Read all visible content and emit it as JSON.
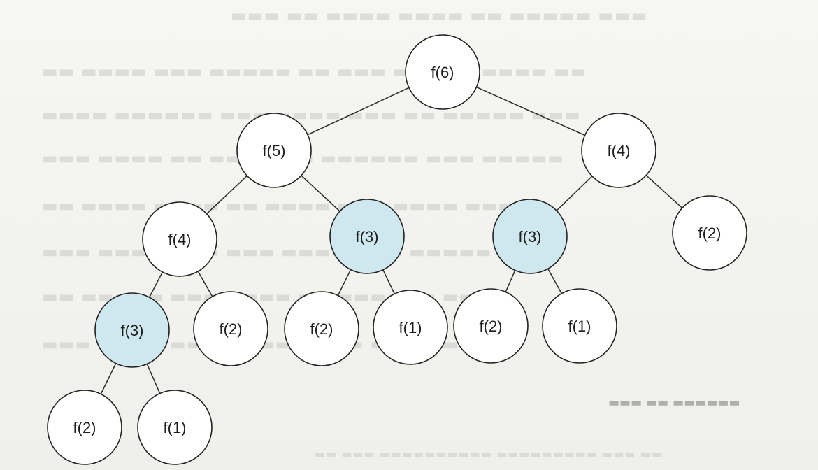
{
  "diagram": {
    "nodes": [
      {
        "id": "n1",
        "label": "f(6)",
        "highlighted": false
      },
      {
        "id": "n2",
        "label": "f(5)",
        "highlighted": false
      },
      {
        "id": "n3",
        "label": "f(4)",
        "highlighted": false
      },
      {
        "id": "n4",
        "label": "f(4)",
        "highlighted": false
      },
      {
        "id": "n5",
        "label": "f(3)",
        "highlighted": true
      },
      {
        "id": "n6",
        "label": "f(3)",
        "highlighted": true
      },
      {
        "id": "n7",
        "label": "f(2)",
        "highlighted": false
      },
      {
        "id": "n8",
        "label": "f(3)",
        "highlighted": true
      },
      {
        "id": "n9",
        "label": "f(2)",
        "highlighted": false
      },
      {
        "id": "n10",
        "label": "f(2)",
        "highlighted": false
      },
      {
        "id": "n11",
        "label": "f(1)",
        "highlighted": false
      },
      {
        "id": "n12",
        "label": "f(2)",
        "highlighted": false
      },
      {
        "id": "n13",
        "label": "f(1)",
        "highlighted": false
      },
      {
        "id": "n14",
        "label": "f(2)",
        "highlighted": false
      },
      {
        "id": "n15",
        "label": "f(1)",
        "highlighted": false
      }
    ],
    "edges": [
      [
        "n1",
        "n2"
      ],
      [
        "n1",
        "n3"
      ],
      [
        "n2",
        "n4"
      ],
      [
        "n2",
        "n5"
      ],
      [
        "n3",
        "n6"
      ],
      [
        "n3",
        "n7"
      ],
      [
        "n4",
        "n8"
      ],
      [
        "n4",
        "n9"
      ],
      [
        "n5",
        "n10"
      ],
      [
        "n5",
        "n11"
      ],
      [
        "n6",
        "n12"
      ],
      [
        "n6",
        "n13"
      ],
      [
        "n8",
        "n14"
      ],
      [
        "n8",
        "n15"
      ]
    ]
  },
  "colors": {
    "node_fill": "#ffffff",
    "node_highlight": "#cfe8f0",
    "stroke": "#222222"
  }
}
